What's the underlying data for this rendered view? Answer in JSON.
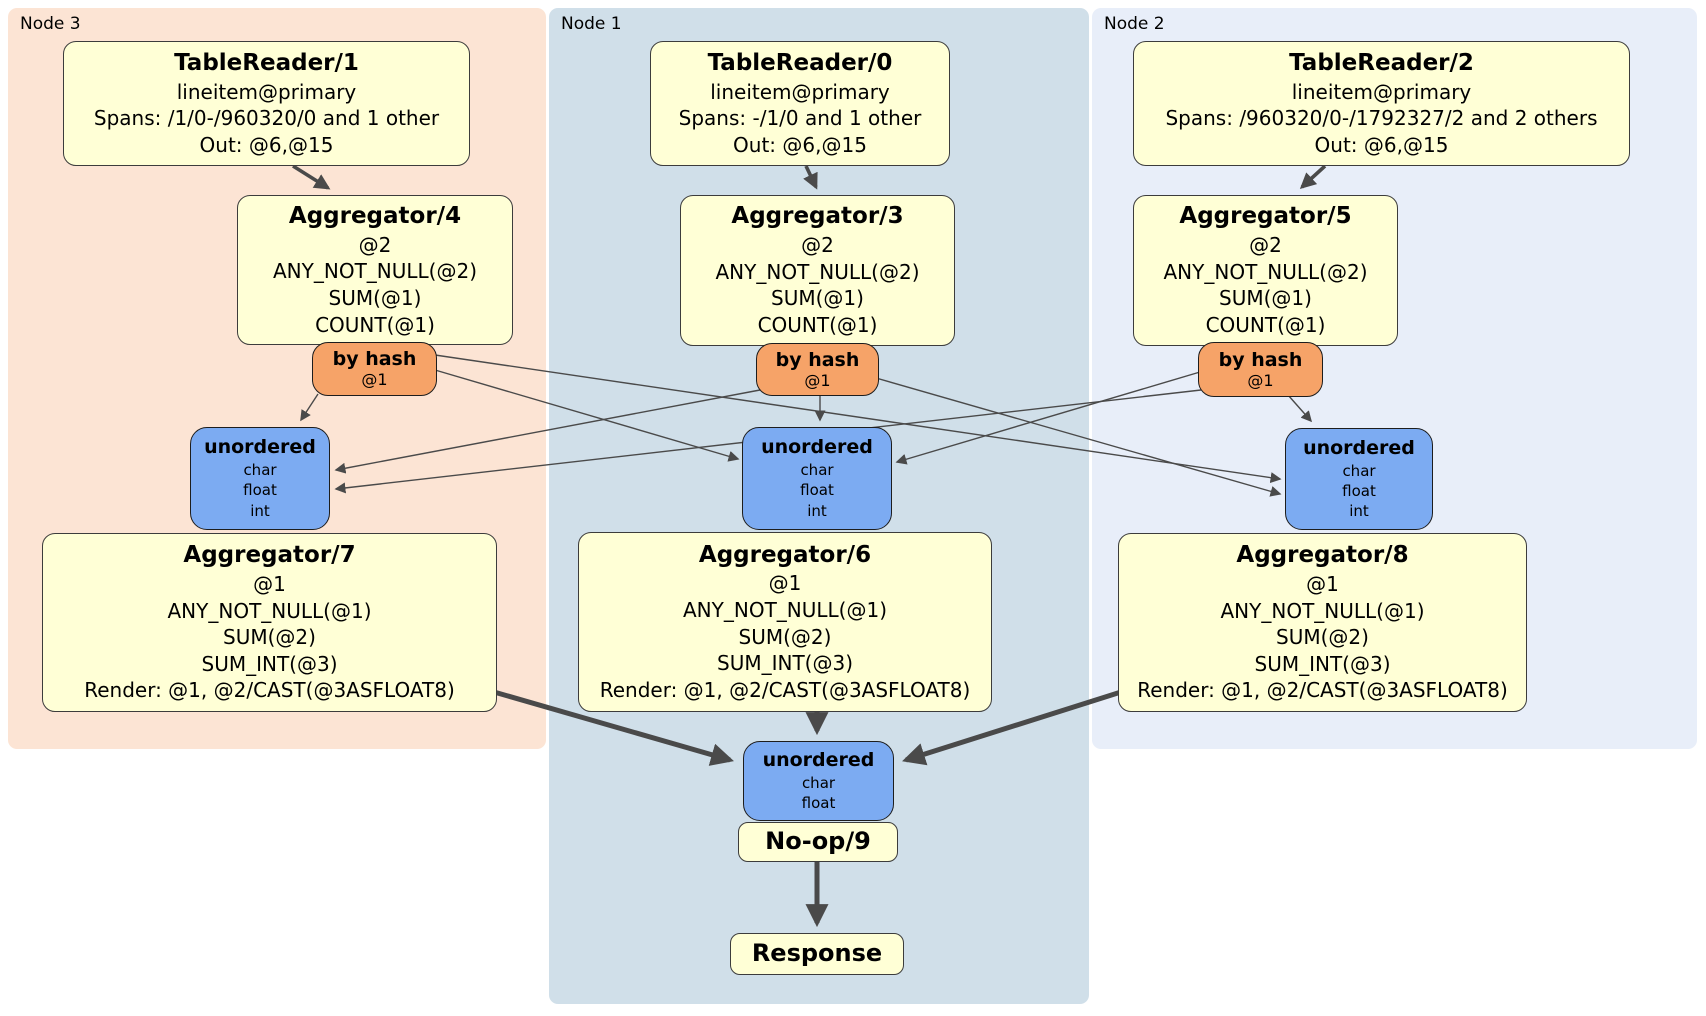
{
  "colors": {
    "page_bg": "#ffffff",
    "node3_bg": "#fce4d4",
    "node1_bg": "#d0dfe9",
    "node2_bg": "#e8eef9",
    "processor_fill": "#ffffd6",
    "router_fill": "#f6a368",
    "sync_fill": "#7cabf2",
    "edge": "#4a4a4a"
  },
  "regions": [
    {
      "label": "Node 3"
    },
    {
      "label": "Node 1"
    },
    {
      "label": "Node 2"
    }
  ],
  "processors": {
    "tr1": {
      "title": "TableReader/1",
      "lines": [
        "lineitem@primary",
        "Spans: /1/0-/960320/0 and 1 other",
        "Out: @6,@15"
      ]
    },
    "tr0": {
      "title": "TableReader/0",
      "lines": [
        "lineitem@primary",
        "Spans: -/1/0 and 1 other",
        "Out: @6,@15"
      ]
    },
    "tr2": {
      "title": "TableReader/2",
      "lines": [
        "lineitem@primary",
        "Spans: /960320/0-/1792327/2 and 2 others",
        "Out: @6,@15"
      ]
    },
    "agg4": {
      "title": "Aggregator/4",
      "lines": [
        "@2",
        "ANY_NOT_NULL(@2)",
        "SUM(@1)",
        "COUNT(@1)"
      ]
    },
    "agg3": {
      "title": "Aggregator/3",
      "lines": [
        "@2",
        "ANY_NOT_NULL(@2)",
        "SUM(@1)",
        "COUNT(@1)"
      ]
    },
    "agg5": {
      "title": "Aggregator/5",
      "lines": [
        "@2",
        "ANY_NOT_NULL(@2)",
        "SUM(@1)",
        "COUNT(@1)"
      ]
    },
    "agg7": {
      "title": "Aggregator/7",
      "lines": [
        "@1",
        "ANY_NOT_NULL(@1)",
        "SUM(@2)",
        "SUM_INT(@3)",
        "Render: @1, @2/CAST(@3ASFLOAT8)"
      ]
    },
    "agg6": {
      "title": "Aggregator/6",
      "lines": [
        "@1",
        "ANY_NOT_NULL(@1)",
        "SUM(@2)",
        "SUM_INT(@3)",
        "Render: @1, @2/CAST(@3ASFLOAT8)"
      ]
    },
    "agg8": {
      "title": "Aggregator/8",
      "lines": [
        "@1",
        "ANY_NOT_NULL(@1)",
        "SUM(@2)",
        "SUM_INT(@3)",
        "Render: @1, @2/CAST(@3ASFLOAT8)"
      ]
    },
    "noop": {
      "title": "No-op/9"
    },
    "response": {
      "title": "Response"
    }
  },
  "router": {
    "title": "by hash",
    "key": "@1"
  },
  "sync_full": {
    "title": "unordered",
    "items": [
      "char",
      "float",
      "int"
    ]
  },
  "sync_final": {
    "title": "unordered",
    "items": [
      "char",
      "float"
    ]
  }
}
